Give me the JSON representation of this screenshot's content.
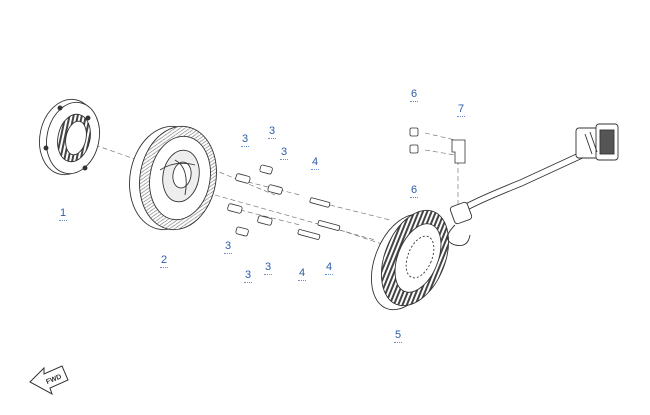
{
  "diagram": {
    "callouts": [
      {
        "id": "c1",
        "text": "1"
      },
      {
        "id": "c2",
        "text": "2"
      },
      {
        "id": "c3a",
        "text": "3"
      },
      {
        "id": "c3b",
        "text": "3"
      },
      {
        "id": "c3c",
        "text": "3"
      },
      {
        "id": "c3d",
        "text": "3"
      },
      {
        "id": "c3e",
        "text": "3"
      },
      {
        "id": "c3f",
        "text": "3"
      },
      {
        "id": "c4a",
        "text": "4"
      },
      {
        "id": "c4b",
        "text": "4"
      },
      {
        "id": "c4c",
        "text": "4"
      },
      {
        "id": "c5",
        "text": "5"
      },
      {
        "id": "c6a",
        "text": "6"
      },
      {
        "id": "c6b",
        "text": "6"
      },
      {
        "id": "c7",
        "text": "7"
      }
    ],
    "fwd_label": "FWD",
    "colors": {
      "callout_text": "#2d5da8",
      "line_art": "#333333",
      "shading": "#bfbfbf",
      "dark_shading": "#555555"
    }
  }
}
